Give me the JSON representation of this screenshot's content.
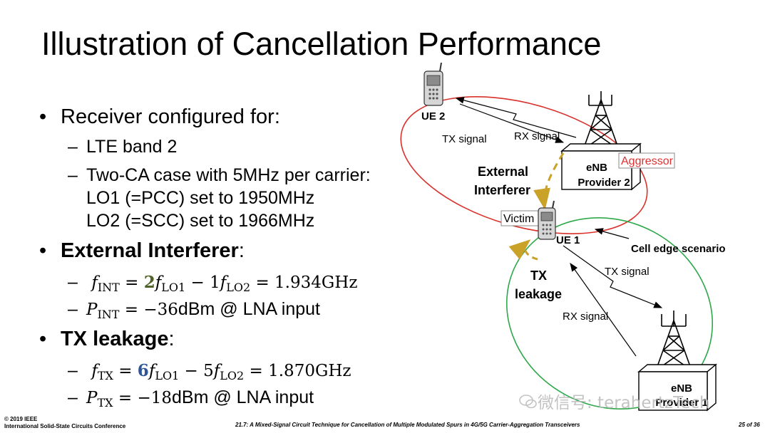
{
  "title": "Illustration of Cancellation Performance",
  "bullets": {
    "receiver": "Receiver configured for:",
    "band": "LTE band 2",
    "ca_case": "Two-CA case with 5MHz per carrier:",
    "lo1": "LO1 (=PCC) set to 1950MHz",
    "lo2": "LO2 (=SCC) set to 1966MHz",
    "ext_interferer": "External Interferer",
    "ext_colon": ":",
    "f_int": {
      "f": "f",
      "sub": "INT",
      "eq": " = ",
      "coef1": "2",
      "f1": "f",
      "sub1": "LO1",
      "minus": " − 1",
      "f2": "f",
      "sub2": "LO2",
      "result": " = 1.934GHz"
    },
    "p_int": {
      "p": "P",
      "sub": "INT",
      "eq": " = −36",
      "rest": "dBm @ LNA input"
    },
    "tx_leakage": "TX leakage",
    "tx_colon": ":",
    "f_tx": {
      "f": "f",
      "sub": "TX",
      "eq": " = ",
      "coef1": "6",
      "f1": "f",
      "sub1": "LO1",
      "minus": " − 5",
      "f2": "f",
      "sub2": "LO2",
      "result": " = 1.870GHz"
    },
    "p_tx": {
      "p": "P",
      "sub": "TX",
      "eq": " = −18",
      "rest": "dBm @ LNA input"
    }
  },
  "diagram": {
    "ue2": "UE 2",
    "ue1": "UE 1",
    "tx_signal_top": "TX signal",
    "rx_signal_top": "RX signal",
    "enb_top": "eNB",
    "provider2": "Provider 2",
    "aggressor": "Aggressor",
    "external": "External",
    "interferer": "Interferer",
    "victim": "Victim",
    "cell_edge": "Cell edge scenario",
    "tx": "TX",
    "leakage": "leakage",
    "tx_signal_bottom": "TX signal",
    "rx_signal_bottom": "RX signal",
    "enb_bottom": "eNB",
    "provider1": "Provider 1"
  },
  "footer": {
    "copyright": "© 2019 IEEE",
    "conference": "International Solid-State Circuits Conference",
    "paper": "21.7: A Mixed-Signal Circuit Technique for Cancellation of Multiple Modulated Spurs in 4G/5G Carrier-Aggregation Transceivers",
    "page": "25 of 36"
  },
  "watermark": "微信号: terahertzTech",
  "colors": {
    "red_cell": "#d9312b",
    "green_cell": "#2ea84a",
    "dashed_path": "#c9a227",
    "aggressor": "#e03030",
    "coef_green": "#4f6228",
    "coef_blue": "#2f5597"
  }
}
